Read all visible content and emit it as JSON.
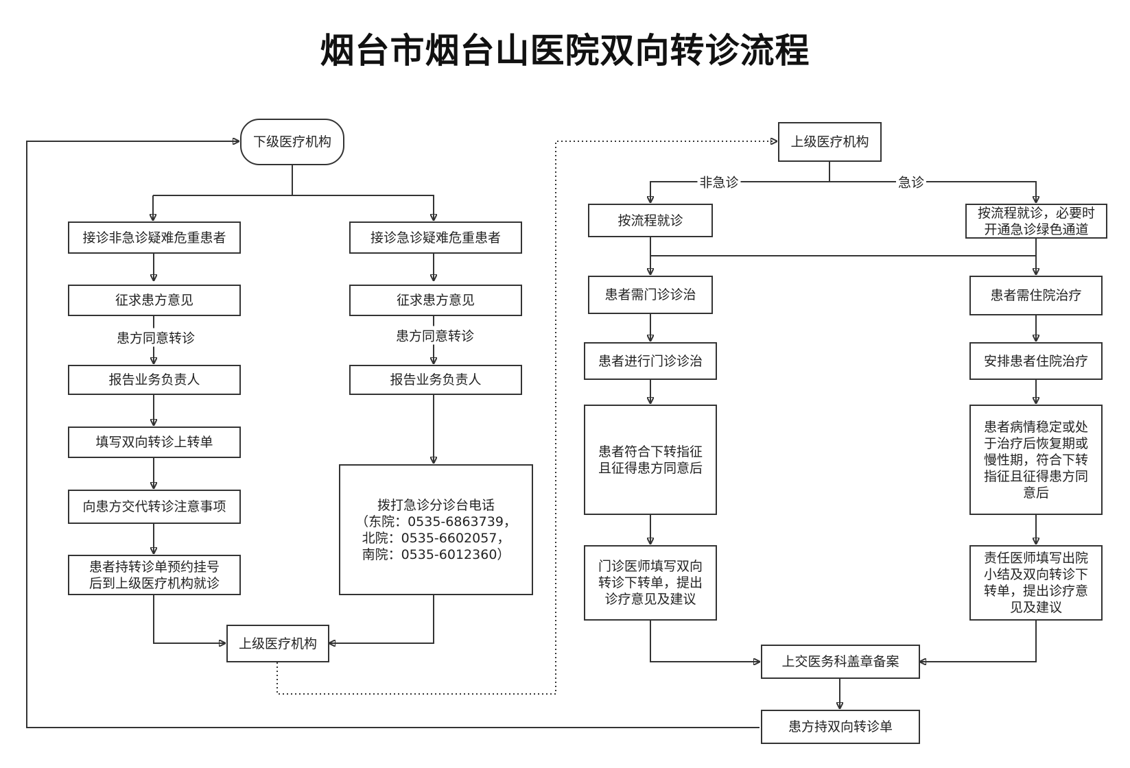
{
  "title": "烟台市烟台山医院双向转诊流程",
  "left": {
    "start": "下级医疗机构",
    "nonurgent": {
      "receive": "接诊非急诊疑难危重患者",
      "consult": "征求患方意见",
      "agree": "患方同意转诊",
      "report": "报告业务负责人",
      "fill": "填写双向转诊上转单",
      "explain": "向患方交代转诊注意事项",
      "register": "患者持转诊单预约挂号后到上级医疗机构就诊"
    },
    "urgent": {
      "receive": "接诊急诊疑难危重患者",
      "consult": "征求患方意见",
      "agree": "患方同意转诊",
      "report": "报告业务负责人",
      "call": "拨打急诊分诊台电话\n（东院：0535-6863739，\n北院：0535-6602057，\n南院：0535-6012360）"
    },
    "end": "上级医疗机构"
  },
  "right": {
    "start": "上级医疗机构",
    "label_nonurgent": "非急诊",
    "label_urgent": "急诊",
    "procedure": "按流程就诊",
    "procedure_green": "按流程就诊，必要时\n开通急诊绿色通道",
    "outpatient": {
      "need": "患者需门诊诊治",
      "do": "患者进行门诊诊治",
      "meet": "患者符合下转指征\n且征得患方同意后",
      "doctor": "门诊医师填写双向\n转诊下转单，提出\n诊疗意见及建议"
    },
    "inpatient": {
      "need": "患者需住院治疗",
      "arrange": "安排患者住院治疗",
      "stable": "患者病情稳定或处\n于治疗后恢复期或\n慢性期，符合下转\n指征且征得患方同\n意后",
      "doctor": "责任医师填写出院\n小结及双向转诊下\n转单，提出诊疗意\n见及建议"
    },
    "file": "上交医务科盖章备案",
    "hold": "患方持双向转诊单"
  }
}
